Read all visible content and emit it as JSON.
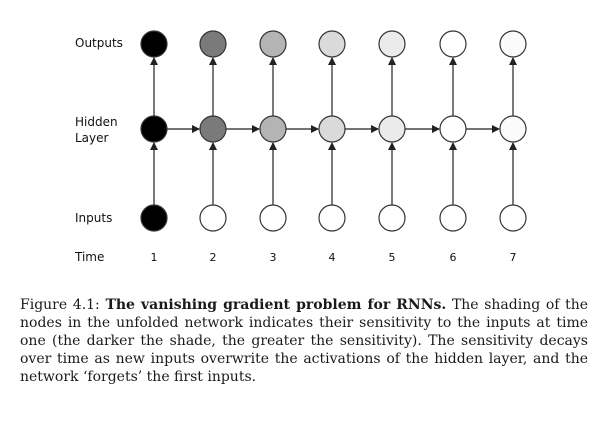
{
  "figure": {
    "row_labels": {
      "outputs": "Outputs",
      "hidden_line1": "Hidden",
      "hidden_line2": "Layer",
      "inputs": "Inputs",
      "time": "Time"
    },
    "time_steps": [
      "1",
      "2",
      "3",
      "4",
      "5",
      "6",
      "7"
    ],
    "output_shades": [
      "#000000",
      "#7a7a7a",
      "#b4b4b4",
      "#dadada",
      "#ebebeb",
      "#ffffff",
      "#fbfbfb"
    ],
    "hidden_shades": [
      "#000000",
      "#7a7a7a",
      "#b4b4b4",
      "#dadada",
      "#ebebeb",
      "#ffffff",
      "#fbfbfb"
    ],
    "input_shades": [
      "#000000",
      "#ffffff",
      "#ffffff",
      "#ffffff",
      "#ffffff",
      "#ffffff",
      "#ffffff"
    ]
  },
  "caption": {
    "label": "Figure 4.1:",
    "bold_title": "The vanishing gradient problem for RNNs.",
    "body": "The shading of the nodes in the unfolded network indicates their sensitivity to the inputs at time one (the darker the shade, the greater the sensitivity). The sensitivity decays over time as new inputs overwrite the activations of the hidden layer, and the network ‘forgets’ the first inputs."
  }
}
